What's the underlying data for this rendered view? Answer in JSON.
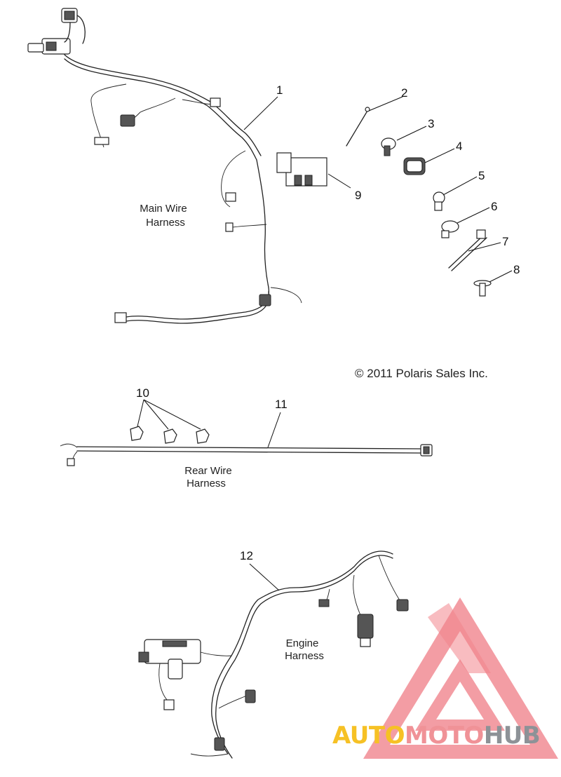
{
  "diagram": {
    "callouts": [
      "1",
      "2",
      "3",
      "4",
      "5",
      "6",
      "7",
      "8",
      "9",
      "10",
      "11",
      "12"
    ],
    "labels": {
      "main_line1": "Main Wire",
      "main_line2": "Harness",
      "rear_line1": "Rear Wire",
      "rear_line2": "Harness",
      "engine_line1": "Engine",
      "engine_line2": "Harness"
    },
    "copyright": "© 2011 Polaris Sales Inc."
  },
  "watermark": {
    "part1": "AUTO",
    "part2": "MOTO",
    "part3": "HUB",
    "colors": {
      "auto": "#f5b700",
      "moto": "#ee7f86",
      "hub": "#7a7f86",
      "triangle": "#ee6f79"
    }
  }
}
